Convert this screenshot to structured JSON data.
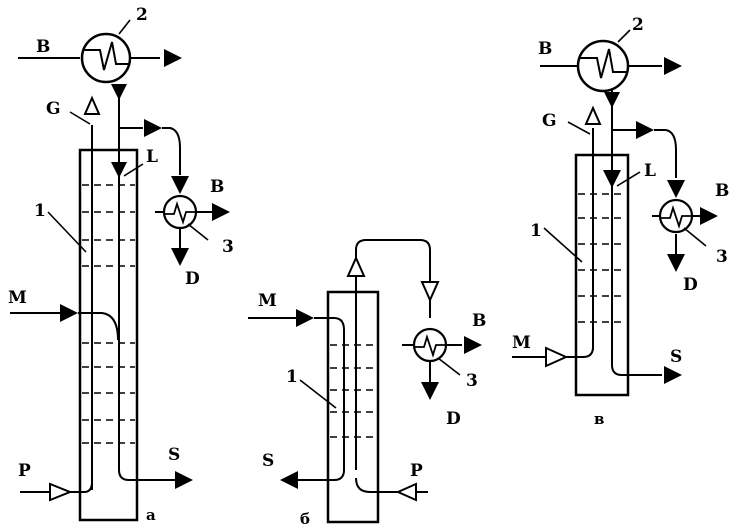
{
  "diagram": {
    "variant_a": {
      "caption": "а",
      "labels": {
        "condenser_number": "2",
        "column_number": "1",
        "cooler_number": "3",
        "coolant_condenser": "B",
        "coolant_cooler": "B",
        "gas": "G",
        "liquid": "L",
        "feed": "M",
        "input_p": "P",
        "output_s": "S",
        "distillate": "D"
      }
    },
    "variant_b": {
      "caption": "б",
      "labels": {
        "column_number": "1",
        "cooler_number": "3",
        "coolant_cooler": "B",
        "feed": "M",
        "input_p": "P",
        "output_s": "S",
        "distillate": "D"
      }
    },
    "variant_c": {
      "caption": "в",
      "labels": {
        "condenser_number": "2",
        "column_number": "1",
        "cooler_number": "3",
        "coolant_condenser": "B",
        "coolant_cooler": "B",
        "gas": "G",
        "liquid": "L",
        "feed": "M",
        "output_s": "S",
        "distillate": "D"
      }
    }
  }
}
